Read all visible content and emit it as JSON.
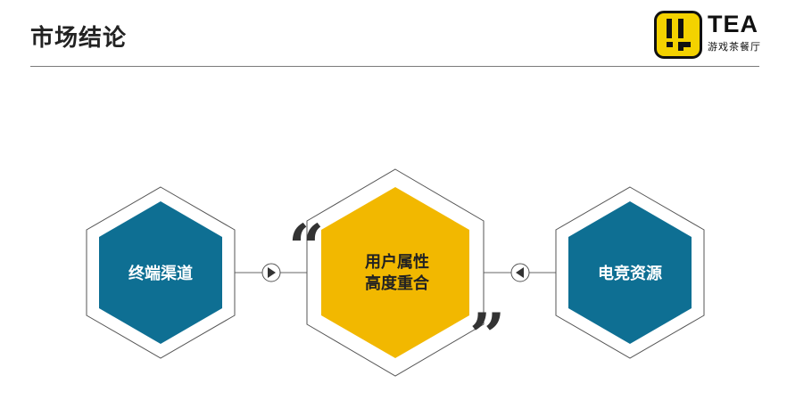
{
  "header": {
    "title": "市场结论"
  },
  "logo": {
    "word": "TEA",
    "subtitle": "游戏茶餐厅"
  },
  "diagram": {
    "left_node": {
      "label": "终端渠道",
      "color": "#0e6f93"
    },
    "center_node": {
      "line1": "用户属性",
      "line2": "高度重合",
      "color": "#f2b800"
    },
    "right_node": {
      "label": "电竞资源",
      "color": "#0e6f93"
    },
    "open_quote": "“",
    "close_quote": "”"
  }
}
